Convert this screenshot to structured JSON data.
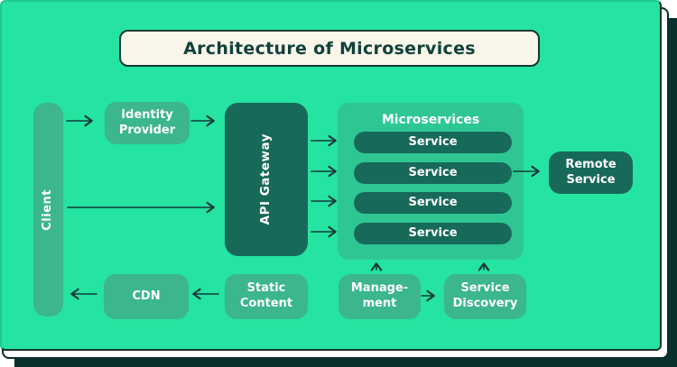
{
  "title": {
    "label": "Architecture of Microservices"
  },
  "diagram": {
    "client": {
      "label": "Client"
    },
    "identity_provider": {
      "label": "Identity\nProvider"
    },
    "api_gateway": {
      "label": "API Gateway"
    },
    "microservices": {
      "label": "Microservices",
      "services": [
        "Service",
        "Service",
        "Service",
        "Service"
      ]
    },
    "remote_service": {
      "label": "Remote\nService"
    },
    "cdn": {
      "label": "CDN"
    },
    "static_content": {
      "label": "Static\nContent"
    },
    "management": {
      "label": "Manage-\nment"
    },
    "service_discovery": {
      "label": "Service\nDiscovery"
    }
  },
  "connections": [
    {
      "from": "Client",
      "to": "Identity Provider"
    },
    {
      "from": "Identity Provider",
      "to": "API Gateway"
    },
    {
      "from": "Client",
      "to": "API Gateway"
    },
    {
      "from": "API Gateway",
      "to": "Service 1"
    },
    {
      "from": "API Gateway",
      "to": "Service 2"
    },
    {
      "from": "API Gateway",
      "to": "Service 3"
    },
    {
      "from": "API Gateway",
      "to": "Service 4"
    },
    {
      "from": "Service 2",
      "to": "Remote Service"
    },
    {
      "from": "CDN",
      "to": "Client"
    },
    {
      "from": "Static Content",
      "to": "CDN"
    },
    {
      "from": "Management",
      "to": "Service Discovery"
    },
    {
      "from": "Management",
      "to": "Microservices"
    },
    {
      "from": "Service Discovery",
      "to": "Microservices"
    }
  ],
  "colors": {
    "board_green": "#25E3A0",
    "box_green": "#3BB68D",
    "container_green": "#2EC794",
    "dark_teal": "#17695A",
    "ink": "#143A3A",
    "title_bg": "#FAF6EA",
    "back_sheet": "#08302C"
  }
}
